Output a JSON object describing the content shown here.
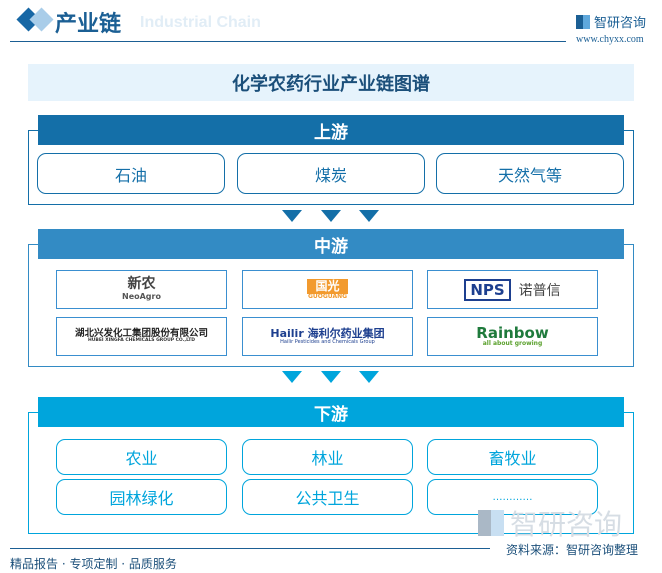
{
  "header": {
    "title": "产业链",
    "watermark": "Industrial Chain",
    "brand": "智研咨询",
    "url": "www.chyxx.com"
  },
  "chart_title": "化学农药行业产业链图谱",
  "upstream": {
    "label": "上游",
    "items": [
      "石油",
      "煤炭",
      "天然气等"
    ],
    "color": "#146fa8"
  },
  "midstream": {
    "label": "中游",
    "color": "#338bc4",
    "logos": [
      {
        "name": "新农",
        "sub": "NeoAgro"
      },
      {
        "name": "国光",
        "sub": "GUOGUANG"
      },
      {
        "name": "NPS",
        "sub": "诺普信"
      },
      {
        "name": "湖北兴发化工集团股份有限公司",
        "sub": "HUBEI XINGFA CHEMICALS GROUP CO.,LTD"
      },
      {
        "name": "Hailir 海利尔药业集团",
        "sub": "Hailir Pesticides and Chemicals Group"
      },
      {
        "name": "Rainbow",
        "sub": "all about growing"
      }
    ]
  },
  "downstream": {
    "label": "下游",
    "color": "#00a5dc",
    "items": [
      "农业",
      "林业",
      "畜牧业",
      "园林绿化",
      "公共卫生",
      "…………"
    ]
  },
  "footer": {
    "left": "精品报告 · 专项定制 · 品质服务",
    "source": "资料来源：智研咨询整理",
    "watermark": "智研咨询"
  }
}
